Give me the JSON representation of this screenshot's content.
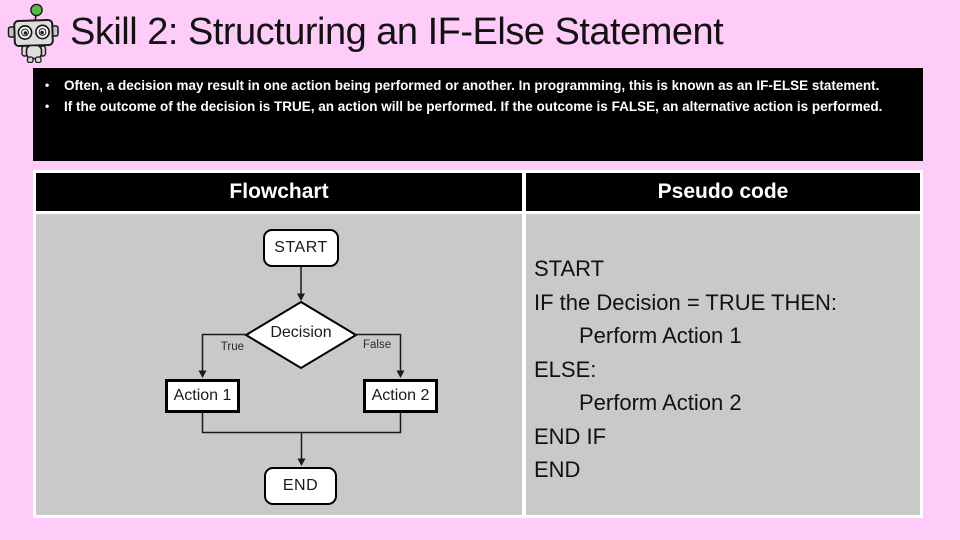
{
  "slide": {
    "title": "Skill 2: Structuring an IF-Else Statement",
    "bullet_char": "•",
    "bullets": [
      "Often, a decision may result in one action being performed or another. In programming, this is known as an IF-ELSE statement.",
      "If the outcome of the decision is TRUE, an action will be performed. If the outcome is FALSE, an alternative action is performed."
    ]
  },
  "table": {
    "headers": {
      "flowchart": "Flowchart",
      "pseudocode": "Pseudo code"
    }
  },
  "flowchart": {
    "start": "START",
    "decision": "Decision",
    "true_label": "True",
    "false_label": "False",
    "action1": "Action 1",
    "action2": "Action 2",
    "end": "END"
  },
  "pseudocode": {
    "lines": [
      {
        "text": "START",
        "indent": false
      },
      {
        "text": "IF the Decision = TRUE THEN:",
        "indent": false
      },
      {
        "text": "Perform Action 1",
        "indent": true
      },
      {
        "text": "ELSE:",
        "indent": false
      },
      {
        "text": "Perform Action 2",
        "indent": true
      },
      {
        "text": "END IF",
        "indent": false
      },
      {
        "text": "END",
        "indent": false
      }
    ]
  },
  "colors": {
    "background": "#ffccf9",
    "box_black": "#000000",
    "panel_gray": "#c9c9c9",
    "text_white": "#ffffff",
    "text_dark": "#111111",
    "robot_green": "#57b847",
    "robot_gray": "#d9d9d9"
  }
}
